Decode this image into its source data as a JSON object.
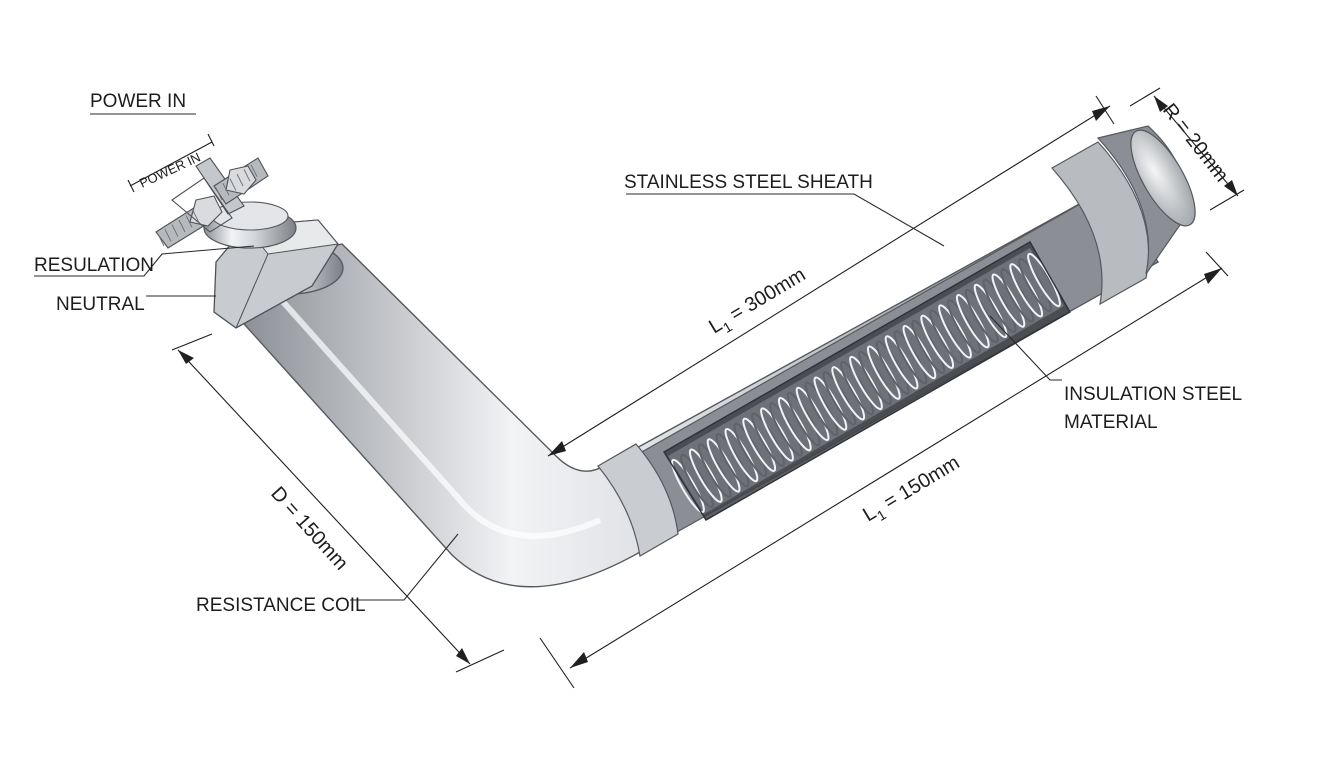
{
  "labels": {
    "power_in": "POWER IN",
    "power_in_small": "POWER IN",
    "resulation": "RESULATION",
    "neutral": "NEUTRAL",
    "stainless_sheath": "STAINLESS STEEL SHEATH",
    "insulation_line1": "INSULATION STEEL",
    "insulation_line2": "MATERIAL",
    "resistance_coil": "RESISTANCE COIL"
  },
  "dimensions": {
    "l1_upper": {
      "prefix": "L",
      "sub": "1",
      "suffix": " = 300mm"
    },
    "l1_lower": {
      "prefix": "L",
      "sub": "1",
      "suffix": " = 150mm"
    },
    "d": "D = 150mm",
    "r": "R = 20mm"
  },
  "colors": {
    "steel_light": "#f4f5f7",
    "steel_mid": "#c5c8cc",
    "steel_dark": "#7d8187",
    "coil": "#8e9297",
    "line": "#1f1f1f"
  }
}
